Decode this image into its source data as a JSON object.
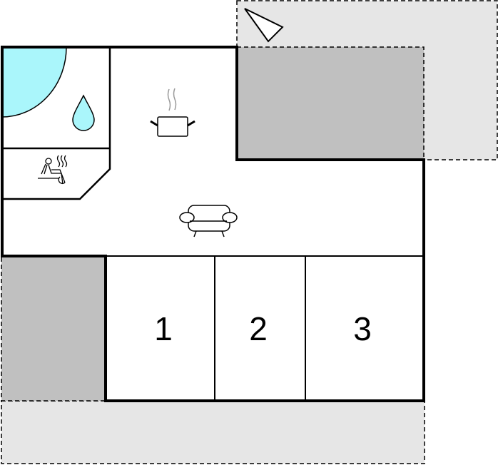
{
  "colors": {
    "outdoor_light": "#e6e6e6",
    "outdoor_dark": "#c0c0c0",
    "water": "#aaf6fb",
    "wall": "#000000",
    "steam": "#999999"
  },
  "icons": [
    "compass-arrow-icon",
    "pool-icon",
    "water-drop-icon",
    "sauna-icon",
    "cooking-pot-icon",
    "sofa-icon"
  ],
  "rooms": [
    {
      "label": "1"
    },
    {
      "label": "2"
    },
    {
      "label": "3"
    }
  ]
}
